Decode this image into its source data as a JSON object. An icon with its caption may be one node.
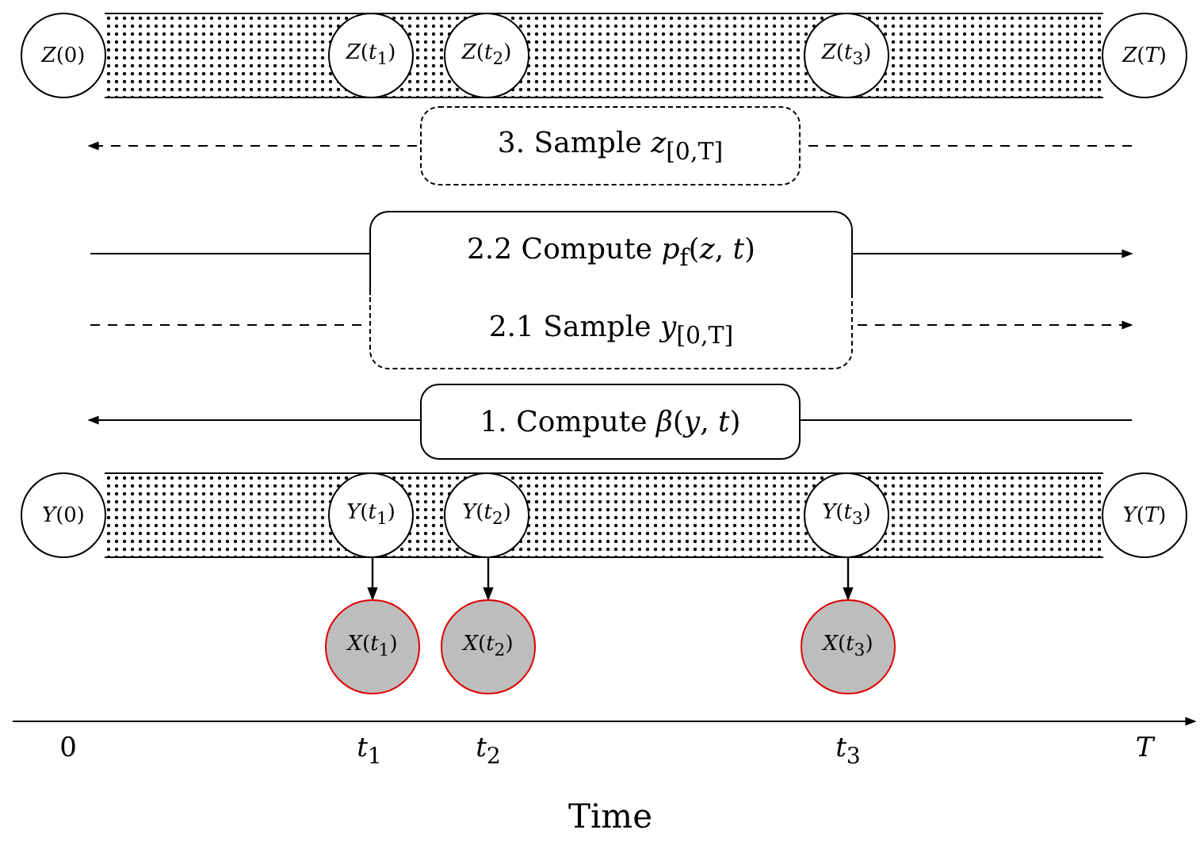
{
  "diagram": {
    "nodes": [
      {
        "text": [],
        "shape": "band"
      },
      {
        "text": [
          "*Z*(0)"
        ]
      },
      {
        "text": [
          "*Z*(*t*$_{1}$)"
        ],
        "in": 0
      },
      {
        "text": [
          "*Z*(*t*$_{2}$)"
        ],
        "in": 0
      },
      {
        "text": [
          "*Z*(*t*$_{3}$)"
        ],
        "in": 0
      },
      {
        "text": [
          "*Z*(*T*)"
        ]
      },
      {
        "text": [
          "3. Sample *z*$_{[0,T]}$"
        ]
      },
      {
        "text": [
          "2.2 Compute *p*$_{f}$(*z*, *t*)"
        ]
      },
      {
        "text": [
          "2.1 Sample *y*$_{[0,T]}$"
        ]
      },
      {
        "text": [
          "1. Compute *β*(*y*, *t*)"
        ]
      },
      {
        "text": [],
        "shape": "band"
      },
      {
        "text": [
          "*Y*(0)"
        ]
      },
      {
        "text": [
          "*Y*(*t*$_{1}$)"
        ],
        "in": 10
      },
      {
        "text": [
          "*Y*(*t*$_{2}$)"
        ],
        "in": 10
      },
      {
        "text": [
          "*Y*(*t*$_{3}$)"
        ],
        "in": 10
      },
      {
        "text": [
          "*Y*(*T*)"
        ]
      },
      {
        "text": [
          "*X*(*t*$_{1}$)"
        ]
      },
      {
        "text": [
          "*X*(*t*$_{2}$)"
        ]
      },
      {
        "text": [
          "*X*(*t*$_{3}$)"
        ]
      }
    ],
    "edges": [
      {
        "from": 12,
        "to": 16,
        "arrow": "to"
      },
      {
        "from": 13,
        "to": 17,
        "arrow": "to"
      },
      {
        "from": 14,
        "to": 18,
        "arrow": "to"
      }
    ],
    "labels": [
      "0",
      "*t*$_{1}$",
      "*t*$_{2}$",
      "*t*$_{3}$",
      "*T*",
      "Time"
    ]
  }
}
